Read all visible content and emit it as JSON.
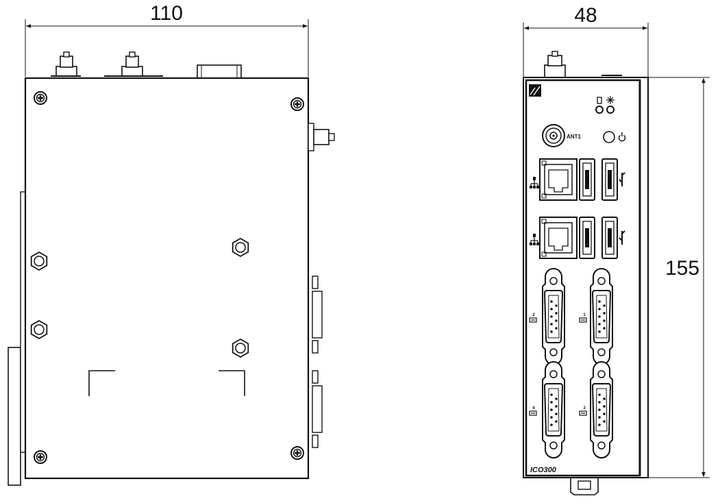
{
  "dimensions": {
    "width_side": "110",
    "width_front": "48",
    "height_front": "155"
  },
  "front_panel": {
    "antenna_label": "ANT1",
    "model_label": "ICO300",
    "com_labels": [
      "2",
      "1",
      "4",
      "3"
    ]
  },
  "colors": {
    "line": "#111111",
    "background": "#ffffff"
  },
  "icons": [
    "screw-icon",
    "hex-standoff-icon",
    "antenna-connector-icon",
    "power-icon",
    "led-icon",
    "lan-icon",
    "usb-port-icon",
    "serial-port-icon",
    "logo-icon"
  ]
}
